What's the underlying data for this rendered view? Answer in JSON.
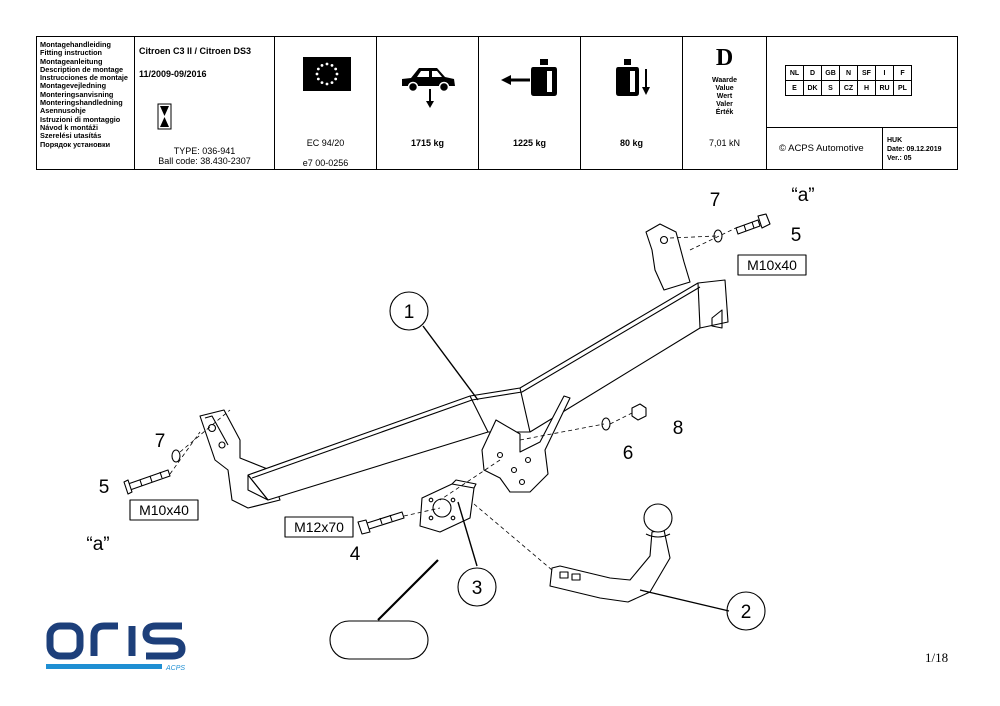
{
  "header": {
    "languages": [
      "Montagehandleiding",
      "Fitting instruction",
      "Montageanleitung",
      "Description de montage",
      "Instrucciones de montaje",
      "Montagevejledning",
      "Monteringsanvisning",
      "Monteringshandledning",
      "Asennusohje",
      "Istruzioni di montaggio",
      "Návod k montáži",
      "Szerelési utasítás",
      "Порядок установки"
    ],
    "vehicle": "Citroen C3 II / Citroen DS3",
    "years": "11/2009-09/2016",
    "type": "TYPE: 036-941",
    "ball_code": "Ball code: 38.430-2307",
    "ec_norm": "EC 94/20",
    "approval": "e7   00-0256",
    "weight_total": "1715 kg",
    "weight_trailer": "1225 kg",
    "weight_vertical": "80 kg",
    "d_symbol": "D",
    "d_labels": [
      "Waarde",
      "Value",
      "Wert",
      "Valer",
      "Érték"
    ],
    "d_value": "7,01 kN",
    "country_codes": [
      [
        "NL",
        "D",
        "GB",
        "N",
        "SF",
        "I",
        "F"
      ],
      [
        "E",
        "DK",
        "S",
        "CZ",
        "H",
        "RU",
        "PL"
      ]
    ],
    "copyright": "© ACPS Automotive",
    "doc_author": "HUK",
    "doc_date": "Date: 09.12.2019",
    "doc_version": "Ver.: 05"
  },
  "diagram": {
    "labels": {
      "part1": "1",
      "part2": "2",
      "part3": "3",
      "part4": "4",
      "part5": "5",
      "part6": "6",
      "part7": "7",
      "part8": "8",
      "a": "“a”",
      "m10x40": "M10x40",
      "m12x70": "M12x70"
    }
  },
  "brand": {
    "name": "ORIS",
    "sub": "ACPS",
    "color": "#1d3f7a",
    "accent": "#1f8fd3"
  },
  "page_number": "1/18"
}
